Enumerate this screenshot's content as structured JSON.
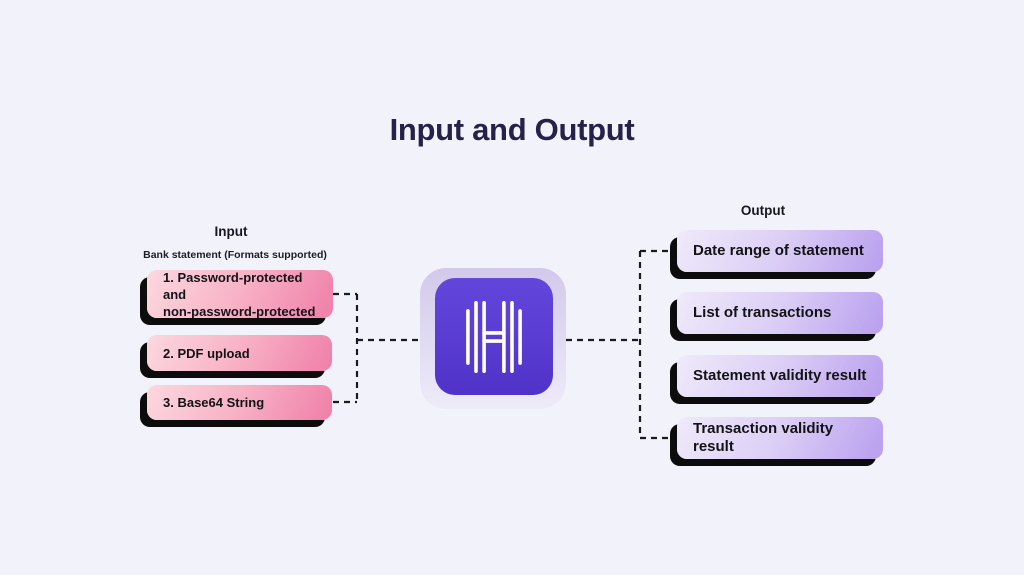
{
  "title": "Input and Output",
  "input_section": {
    "label": "Input",
    "sublabel": "Bank statement (Formats supported)",
    "items": [
      {
        "lines": [
          "1. Password-protected and",
          "non-password-protected"
        ]
      },
      {
        "lines": [
          "2. PDF upload"
        ]
      },
      {
        "lines": [
          "3. Base64 String"
        ]
      }
    ]
  },
  "output_section": {
    "label": "Output",
    "items": [
      "Date range of statement",
      "List of transactions",
      "Statement validity result",
      "Transaction validity result"
    ]
  },
  "logo": {
    "icon": "hyperverge-h-logo"
  },
  "colors": {
    "background": "#f2f2fa",
    "title_text": "#25224a",
    "box_text": "#131316",
    "pink_light": "#fcd8e0",
    "pink_dark": "#ef7fa8",
    "purple_light": "#efeafa",
    "purple_dark": "#b89fee",
    "logo_purple": "#5b3ed4",
    "shadow_black": "#0c0c0c",
    "connector": "#1b1b1b"
  }
}
